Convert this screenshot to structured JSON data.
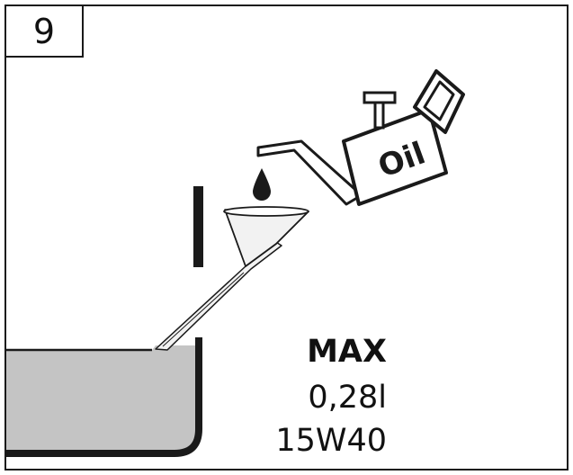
{
  "step": {
    "number": "9"
  },
  "oil_can": {
    "label": "Oil"
  },
  "specs": {
    "max_label": "MAX",
    "volume": "0,28l",
    "grade": "15W40"
  },
  "colors": {
    "outline": "#1a1a1a",
    "oil_level": "#c4c4c4",
    "funnel_fill": "#f2f2f2"
  }
}
